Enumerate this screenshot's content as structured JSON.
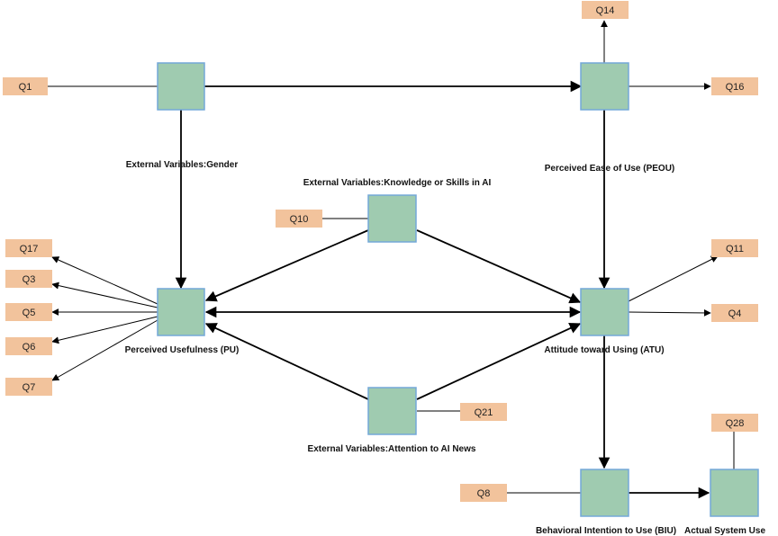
{
  "constructs": {
    "gender": "External Variables:Gender",
    "peou": "Perceived Ease of Use (PEOU)",
    "knowledge": "External Variables:Knowledge or Skills in AI",
    "pu": "Perceived Usefulness (PU)",
    "atu": "Attitude toward Using (ATU)",
    "attention": "External Variables:Attention to AI News",
    "biu": "Behavioral Intention to Use (BIU)",
    "asu": "Actual System Use"
  },
  "items": {
    "q1": "Q1",
    "q14": "Q14",
    "q16": "Q16",
    "q10": "Q10",
    "q17": "Q17",
    "q3": "Q3",
    "q5": "Q5",
    "q6": "Q6",
    "q7": "Q7",
    "q11": "Q11",
    "q4": "Q4",
    "q21": "Q21",
    "q8": "Q8",
    "q28": "Q28"
  },
  "colors": {
    "construct_fill": "#9fcbb0",
    "construct_border": "#74a8d8",
    "item_fill": "#f2c39c"
  }
}
